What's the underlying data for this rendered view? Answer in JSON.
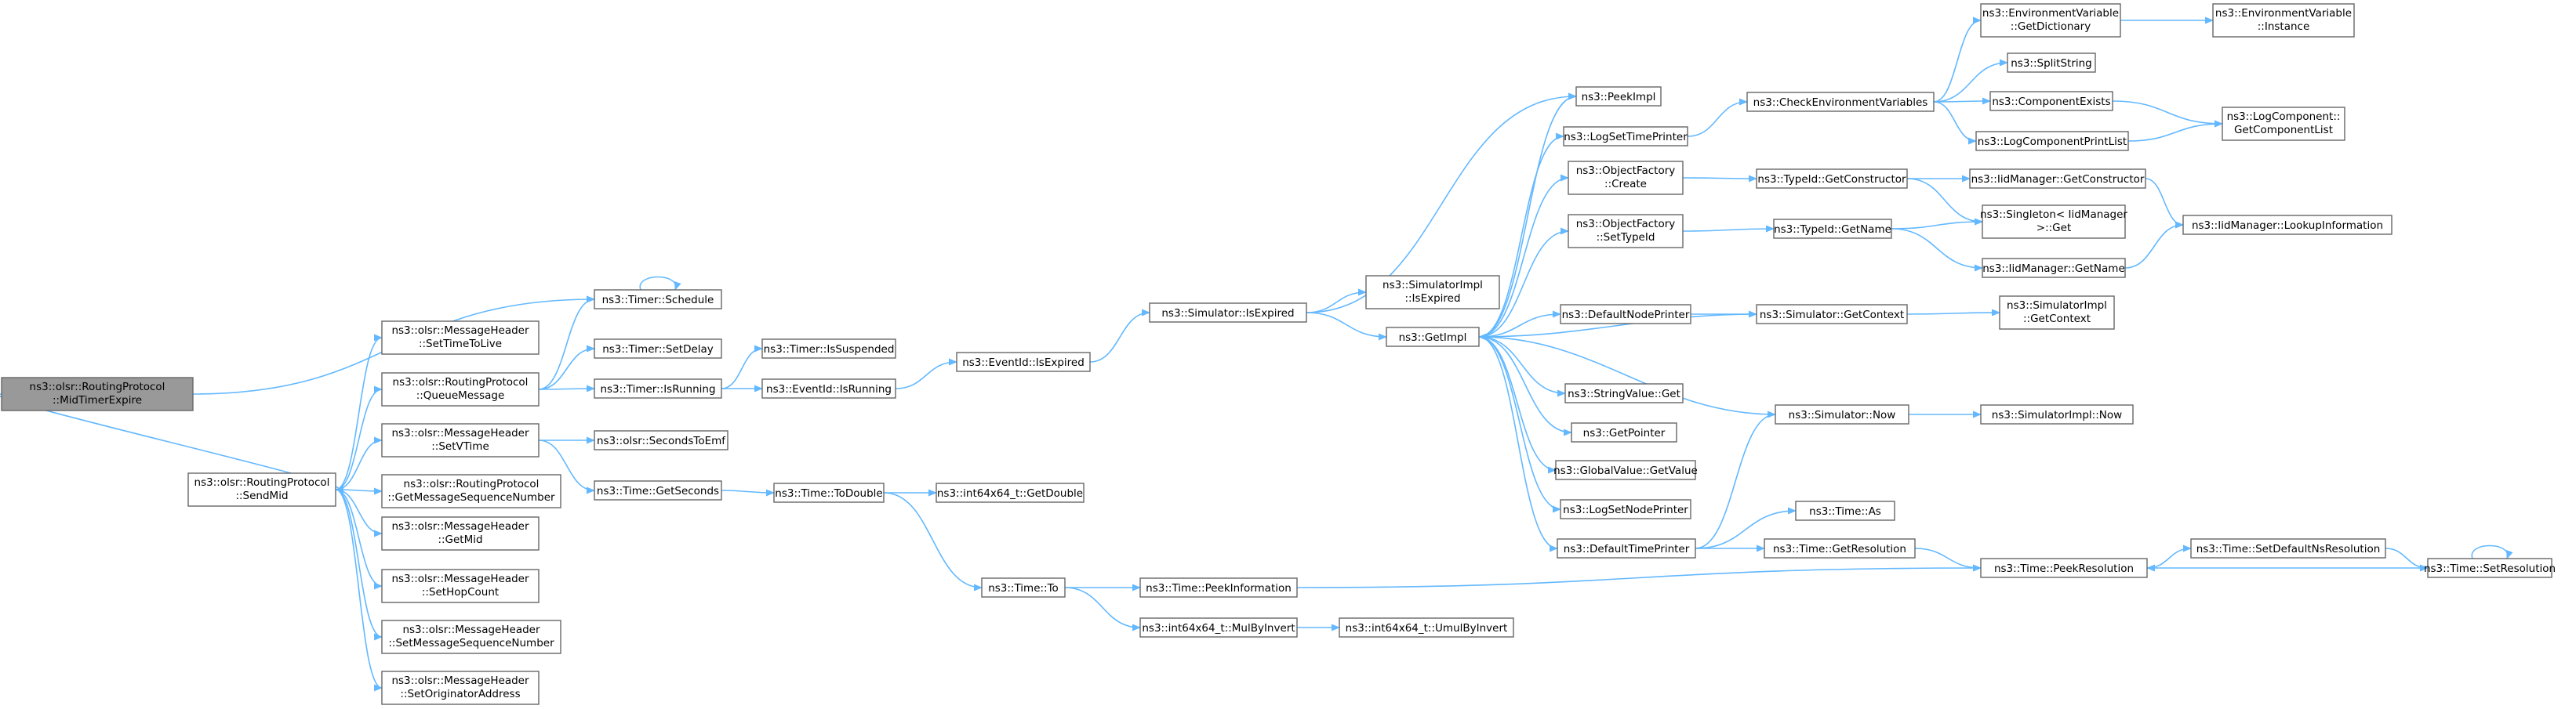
{
  "graph": {
    "title": "",
    "nodes": [
      {
        "id": "mte",
        "label": [
          "ns3::olsr::RoutingProtocol",
          "::MidTimerExpire"
        ],
        "root": true
      },
      {
        "id": "sendmid",
        "label": [
          "ns3::olsr::RoutingProtocol",
          "::SendMid"
        ]
      },
      {
        "id": "schedule",
        "label": [
          "ns3::Timer::Schedule"
        ]
      },
      {
        "id": "setttl",
        "label": [
          "ns3::olsr::MessageHeader",
          "::SetTimeToLive"
        ]
      },
      {
        "id": "queuemsg",
        "label": [
          "ns3::olsr::RoutingProtocol",
          "::QueueMessage"
        ]
      },
      {
        "id": "setvtime",
        "label": [
          "ns3::olsr::MessageHeader",
          "::SetVTime"
        ]
      },
      {
        "id": "getmsgseq",
        "label": [
          "ns3::olsr::RoutingProtocol",
          "::GetMessageSequenceNumber"
        ]
      },
      {
        "id": "getmid",
        "label": [
          "ns3::olsr::MessageHeader",
          "::GetMid"
        ]
      },
      {
        "id": "sethop",
        "label": [
          "ns3::olsr::MessageHeader",
          "::SetHopCount"
        ]
      },
      {
        "id": "setmsgseq",
        "label": [
          "ns3::olsr::MessageHeader",
          "::SetMessageSequenceNumber"
        ]
      },
      {
        "id": "setorig",
        "label": [
          "ns3::olsr::MessageHeader",
          "::SetOriginatorAddress"
        ]
      },
      {
        "id": "setdelay",
        "label": [
          "ns3::Timer::SetDelay"
        ]
      },
      {
        "id": "isrunning",
        "label": [
          "ns3::Timer::IsRunning"
        ]
      },
      {
        "id": "secondstoemf",
        "label": [
          "ns3::olsr::SecondsToEmf"
        ]
      },
      {
        "id": "getseconds",
        "label": [
          "ns3::Time::GetSeconds"
        ]
      },
      {
        "id": "issuspended",
        "label": [
          "ns3::Timer::IsSuspended"
        ]
      },
      {
        "id": "eventisrunning",
        "label": [
          "ns3::EventId::IsRunning"
        ]
      },
      {
        "id": "todouble",
        "label": [
          "ns3::Time::ToDouble"
        ]
      },
      {
        "id": "eventisexpired",
        "label": [
          "ns3::EventId::IsExpired"
        ]
      },
      {
        "id": "getdouble",
        "label": [
          "ns3::int64x64_t::GetDouble"
        ]
      },
      {
        "id": "timeto",
        "label": [
          "ns3::Time::To"
        ]
      },
      {
        "id": "simisexpired",
        "label": [
          "ns3::Simulator::IsExpired"
        ]
      },
      {
        "id": "peekinfo",
        "label": [
          "ns3::Time::PeekInformation"
        ]
      },
      {
        "id": "mulbyinvert",
        "label": [
          "ns3::int64x64_t::MulByInvert"
        ]
      },
      {
        "id": "umulbyinvert",
        "label": [
          "ns3::int64x64_t::UmulByInvert"
        ]
      },
      {
        "id": "simimplisexpired",
        "label": [
          "ns3::SimulatorImpl",
          "::IsExpired"
        ]
      },
      {
        "id": "getimpl",
        "label": [
          "ns3::GetImpl"
        ]
      },
      {
        "id": "peekimpl",
        "label": [
          "ns3::PeekImpl"
        ]
      },
      {
        "id": "logsettime",
        "label": [
          "ns3::LogSetTimePrinter"
        ]
      },
      {
        "id": "ofcreate",
        "label": [
          "ns3::ObjectFactory",
          "::Create"
        ]
      },
      {
        "id": "ofsettypeid",
        "label": [
          "ns3::ObjectFactory",
          "::SetTypeId"
        ]
      },
      {
        "id": "defnodeprinter",
        "label": [
          "ns3::DefaultNodePrinter"
        ]
      },
      {
        "id": "strvalget",
        "label": [
          "ns3::StringValue::Get"
        ]
      },
      {
        "id": "getpointer",
        "label": [
          "ns3::GetPointer"
        ]
      },
      {
        "id": "globalvalget",
        "label": [
          "ns3::GlobalValue::GetValue"
        ]
      },
      {
        "id": "logsetnode",
        "label": [
          "ns3::LogSetNodePrinter"
        ]
      },
      {
        "id": "deftimeprinter",
        "label": [
          "ns3::DefaultTimePrinter"
        ]
      },
      {
        "id": "checkenv",
        "label": [
          "ns3::CheckEnvironmentVariables"
        ]
      },
      {
        "id": "typeidgetctor",
        "label": [
          "ns3::TypeId::GetConstructor"
        ]
      },
      {
        "id": "typeidgetname",
        "label": [
          "ns3::TypeId::GetName"
        ]
      },
      {
        "id": "simgetcontext",
        "label": [
          "ns3::Simulator::GetContext"
        ]
      },
      {
        "id": "simnow",
        "label": [
          "ns3::Simulator::Now"
        ]
      },
      {
        "id": "timeas",
        "label": [
          "ns3::Time::As"
        ]
      },
      {
        "id": "timegetres",
        "label": [
          "ns3::Time::GetResolution"
        ]
      },
      {
        "id": "envgetdict",
        "label": [
          "ns3::EnvironmentVariable",
          "::GetDictionary"
        ]
      },
      {
        "id": "splitstring",
        "label": [
          "ns3::SplitString"
        ]
      },
      {
        "id": "compexists",
        "label": [
          "ns3::ComponentExists"
        ]
      },
      {
        "id": "logcompprintlist",
        "label": [
          "ns3::LogComponentPrintList"
        ]
      },
      {
        "id": "iidgetctor",
        "label": [
          "ns3::IidManager::GetConstructor"
        ]
      },
      {
        "id": "singletonget",
        "label": [
          "ns3::Singleton< IidManager",
          " >::Get"
        ]
      },
      {
        "id": "iidgetname",
        "label": [
          "ns3::IidManager::GetName"
        ]
      },
      {
        "id": "simimplgetctx",
        "label": [
          "ns3::SimulatorImpl",
          "::GetContext"
        ]
      },
      {
        "id": "simimplnow",
        "label": [
          "ns3::SimulatorImpl::Now"
        ]
      },
      {
        "id": "peekres",
        "label": [
          "ns3::Time::PeekResolution"
        ]
      },
      {
        "id": "envinstance",
        "label": [
          "ns3::EnvironmentVariable",
          "::Instance"
        ]
      },
      {
        "id": "logcompgetlist",
        "label": [
          "ns3::LogComponent::",
          "GetComponentList"
        ]
      },
      {
        "id": "iidlookup",
        "label": [
          "ns3::IidManager::LookupInformation"
        ]
      },
      {
        "id": "setdefnsres",
        "label": [
          "ns3::Time::SetDefaultNsResolution"
        ]
      },
      {
        "id": "setres",
        "label": [
          "ns3::Time::SetResolution"
        ]
      }
    ],
    "edges": [
      [
        "mte",
        "schedule"
      ],
      [
        "mte",
        "sendmid"
      ],
      [
        "sendmid",
        "setttl"
      ],
      [
        "sendmid",
        "queuemsg"
      ],
      [
        "sendmid",
        "setvtime"
      ],
      [
        "sendmid",
        "getmsgseq"
      ],
      [
        "sendmid",
        "getmid"
      ],
      [
        "sendmid",
        "sethop"
      ],
      [
        "sendmid",
        "setmsgseq"
      ],
      [
        "sendmid",
        "setorig"
      ],
      [
        "queuemsg",
        "schedule"
      ],
      [
        "queuemsg",
        "setdelay"
      ],
      [
        "queuemsg",
        "isrunning"
      ],
      [
        "setvtime",
        "secondstoemf"
      ],
      [
        "setvtime",
        "getseconds"
      ],
      [
        "schedule",
        "schedule"
      ],
      [
        "isrunning",
        "issuspended"
      ],
      [
        "isrunning",
        "eventisrunning"
      ],
      [
        "eventisrunning",
        "eventisexpired"
      ],
      [
        "eventisexpired",
        "simisexpired"
      ],
      [
        "getseconds",
        "todouble"
      ],
      [
        "todouble",
        "getdouble"
      ],
      [
        "todouble",
        "timeto"
      ],
      [
        "timeto",
        "peekinfo"
      ],
      [
        "timeto",
        "mulbyinvert"
      ],
      [
        "mulbyinvert",
        "umulbyinvert"
      ],
      [
        "peekinfo",
        "peekres"
      ],
      [
        "simisexpired",
        "peekimpl"
      ],
      [
        "simisexpired",
        "simimplisexpired"
      ],
      [
        "simisexpired",
        "getimpl"
      ],
      [
        "getimpl",
        "peekimpl"
      ],
      [
        "getimpl",
        "logsettime"
      ],
      [
        "getimpl",
        "ofcreate"
      ],
      [
        "getimpl",
        "ofsettypeid"
      ],
      [
        "getimpl",
        "defnodeprinter"
      ],
      [
        "getimpl",
        "strvalget"
      ],
      [
        "getimpl",
        "getpointer"
      ],
      [
        "getimpl",
        "globalvalget"
      ],
      [
        "getimpl",
        "logsetnode"
      ],
      [
        "getimpl",
        "deftimeprinter"
      ],
      [
        "logsettime",
        "checkenv"
      ],
      [
        "checkenv",
        "envgetdict"
      ],
      [
        "checkenv",
        "splitstring"
      ],
      [
        "checkenv",
        "compexists"
      ],
      [
        "checkenv",
        "logcompprintlist"
      ],
      [
        "envgetdict",
        "envinstance"
      ],
      [
        "compexists",
        "logcompgetlist"
      ],
      [
        "logcompprintlist",
        "logcompgetlist"
      ],
      [
        "ofcreate",
        "typeidgetctor"
      ],
      [
        "typeidgetctor",
        "iidgetctor"
      ],
      [
        "typeidgetctor",
        "singletonget"
      ],
      [
        "iidgetctor",
        "iidlookup"
      ],
      [
        "ofsettypeid",
        "typeidgetname"
      ],
      [
        "typeidgetname",
        "singletonget"
      ],
      [
        "typeidgetname",
        "iidgetname"
      ],
      [
        "iidgetname",
        "iidlookup"
      ],
      [
        "defnodeprinter",
        "simgetcontext"
      ],
      [
        "simgetcontext",
        "getimpl"
      ],
      [
        "simgetcontext",
        "simimplgetctx"
      ],
      [
        "deftimeprinter",
        "simnow"
      ],
      [
        "deftimeprinter",
        "timeas"
      ],
      [
        "deftimeprinter",
        "timegetres"
      ],
      [
        "simnow",
        "getimpl"
      ],
      [
        "simnow",
        "simimplnow"
      ],
      [
        "timegetres",
        "peekres"
      ],
      [
        "peekres",
        "setdefnsres"
      ],
      [
        "setdefnsres",
        "setres"
      ],
      [
        "setres",
        "peekres"
      ],
      [
        "setres",
        "setres"
      ]
    ]
  }
}
